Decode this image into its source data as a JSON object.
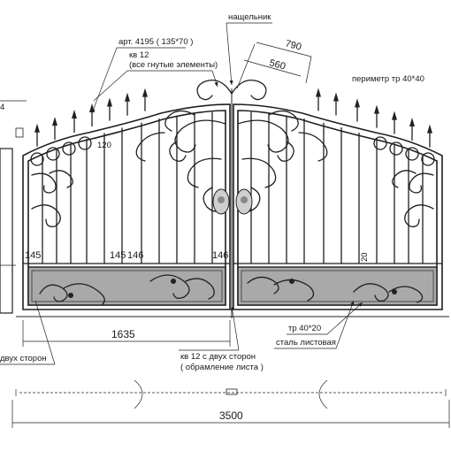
{
  "callouts": {
    "strike_plate": "нащельник",
    "article": "арт. 4195 ( 135*70 )",
    "square_bar": "кв 12",
    "bent_elements": "(все гнутые элементы)",
    "perimeter": "периметр тр 40*40",
    "left_partial": "4",
    "pipe": "тр 40*20",
    "sheet_steel": "сталь листовая",
    "both_sides_left": "двух сторон",
    "square_both_sides": "кв 12 с двух сторон",
    "sheet_frame": "( обрамление листа )"
  },
  "dimensions": {
    "d790": "790",
    "d560": "560",
    "d120": "120",
    "d145a": "145",
    "d145b": "145",
    "d146a": "146",
    "d146b": "146",
    "d20": "20",
    "d1635": "1635",
    "d3500": "3500"
  },
  "geometry_note_hidden": null
}
